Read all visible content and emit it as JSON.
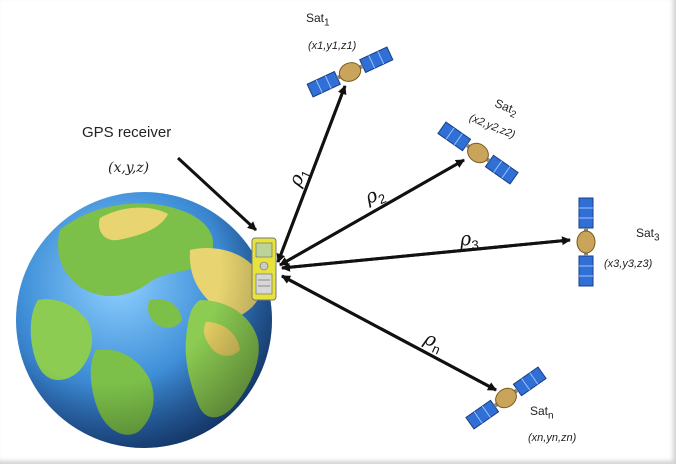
{
  "receiver": {
    "title": "GPS receiver",
    "coords": "(x,y,z)"
  },
  "satellites": [
    {
      "name": "Sat",
      "sub": "1",
      "coords": "(x1,y1,z1)",
      "range_symbol": "ρ",
      "range_sub": "1"
    },
    {
      "name": "Sat",
      "sub": "2",
      "coords": "(x2,y2,z2)",
      "range_symbol": "ρ",
      "range_sub": "2"
    },
    {
      "name": "Sat",
      "sub": "3",
      "coords": "(x3,y3,z3)",
      "range_symbol": "ρ",
      "range_sub": "3"
    },
    {
      "name": "Sat",
      "sub": "n",
      "coords": "(xn,yn,zn)",
      "range_symbol": "ρ",
      "range_sub": "n"
    }
  ],
  "colors": {
    "ocean": "#3f8fd8",
    "land_green": "#7cc04a",
    "land_yellow": "#e8d470",
    "panel_blue": "#2f6fd6",
    "body_gold": "#c9a45a",
    "arrow": "#111111"
  }
}
